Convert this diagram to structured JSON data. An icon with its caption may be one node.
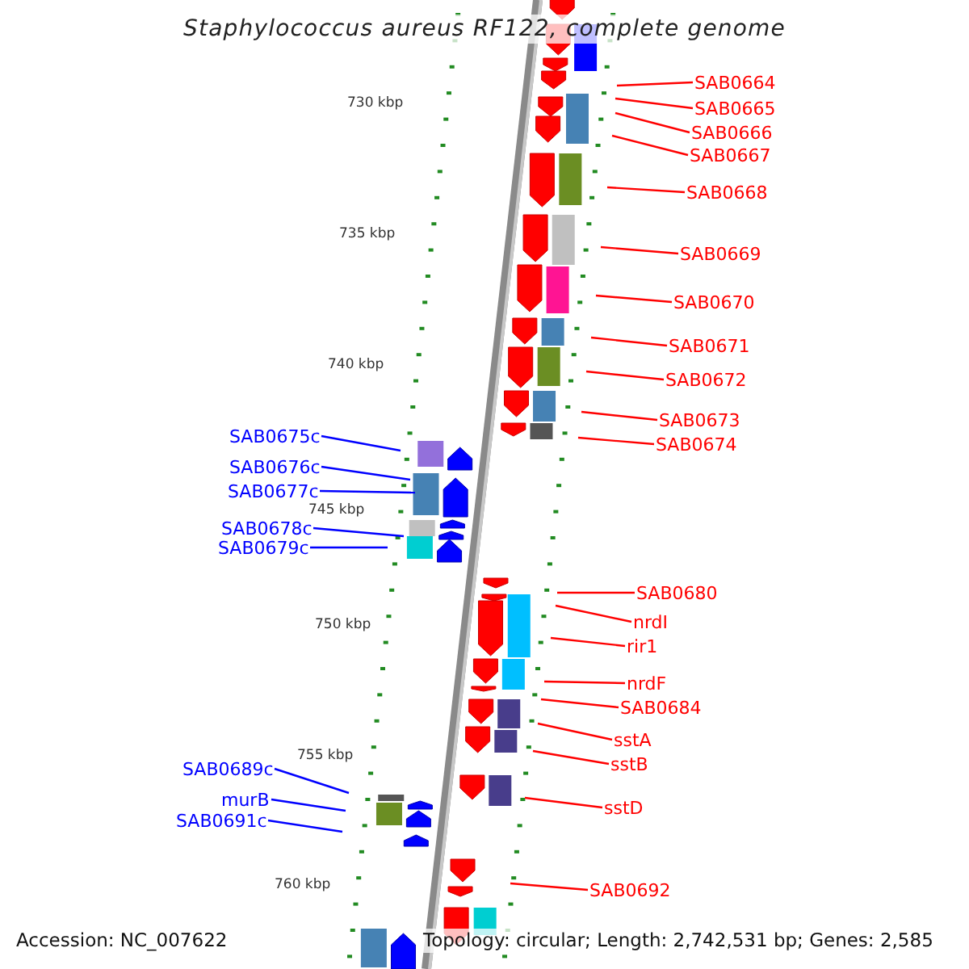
{
  "diagram": {
    "title": "Staphylococcus aureus RF122, complete genome",
    "nodes": [
      {
        "text": [
          "SAB0664"
        ]
      },
      {
        "text": [
          "SAB0665"
        ]
      },
      {
        "text": [
          "SAB0666"
        ]
      },
      {
        "text": [
          "SAB0667"
        ]
      },
      {
        "text": [
          "SAB0668"
        ]
      },
      {
        "text": [
          "SAB0669"
        ]
      },
      {
        "text": [
          "SAB0670"
        ]
      },
      {
        "text": [
          "SAB0671"
        ]
      },
      {
        "text": [
          "SAB0672"
        ]
      },
      {
        "text": [
          "SAB0673"
        ]
      },
      {
        "text": [
          "SAB0674"
        ]
      },
      {
        "text": [
          "SAB0675c"
        ]
      },
      {
        "text": [
          "SAB0676c"
        ]
      },
      {
        "text": [
          "SAB0677c"
        ]
      },
      {
        "text": [
          "SAB0678c"
        ]
      },
      {
        "text": [
          "SAB0679c"
        ]
      },
      {
        "text": [
          "SAB0680"
        ]
      },
      {
        "text": [
          "nrdI"
        ]
      },
      {
        "text": [
          "rir1"
        ]
      },
      {
        "text": [
          "nrdF"
        ]
      },
      {
        "text": [
          "SAB0684"
        ]
      },
      {
        "text": [
          "sstA"
        ]
      },
      {
        "text": [
          "sstB"
        ]
      },
      {
        "text": [
          "sstD"
        ]
      },
      {
        "text": [
          "SAB0689c"
        ]
      },
      {
        "text": [
          "murB"
        ]
      },
      {
        "text": [
          "SAB0691c"
        ]
      },
      {
        "text": [
          "SAB0692"
        ]
      }
    ],
    "edges": [
      {
        "from": 0,
        "to": null,
        "arrow": "none"
      },
      {
        "from": 1,
        "to": null,
        "arrow": "none"
      },
      {
        "from": 2,
        "to": null,
        "arrow": "none"
      },
      {
        "from": 3,
        "to": null,
        "arrow": "none"
      },
      {
        "from": 4,
        "to": null,
        "arrow": "none"
      },
      {
        "from": 5,
        "to": null,
        "arrow": "none"
      },
      {
        "from": 6,
        "to": null,
        "arrow": "none"
      },
      {
        "from": 7,
        "to": null,
        "arrow": "none"
      },
      {
        "from": 8,
        "to": null,
        "arrow": "none"
      },
      {
        "from": 9,
        "to": null,
        "arrow": "none"
      },
      {
        "from": 10,
        "to": null,
        "arrow": "none"
      },
      {
        "from": 11,
        "to": null,
        "arrow": "none",
        "color": "#0000ff"
      },
      {
        "from": 12,
        "to": null,
        "arrow": "none",
        "color": "#0000ff"
      },
      {
        "from": 13,
        "to": null,
        "arrow": "none",
        "color": "#0000ff"
      },
      {
        "from": 14,
        "to": null,
        "arrow": "none",
        "color": "#0000ff"
      },
      {
        "from": 15,
        "to": null,
        "arrow": "none",
        "color": "#0000ff"
      },
      {
        "from": 16,
        "to": null,
        "arrow": "none"
      },
      {
        "from": 17,
        "to": null,
        "arrow": "none"
      },
      {
        "from": 18,
        "to": null,
        "arrow": "none"
      },
      {
        "from": 19,
        "to": null,
        "arrow": "none"
      },
      {
        "from": 20,
        "to": null,
        "arrow": "none"
      },
      {
        "from": 21,
        "to": null,
        "arrow": "none"
      },
      {
        "from": 22,
        "to": null,
        "arrow": "none"
      },
      {
        "from": 23,
        "to": null,
        "arrow": "none"
      },
      {
        "from": 24,
        "to": null,
        "arrow": "none",
        "color": "#0000ff"
      },
      {
        "from": 25,
        "to": null,
        "arrow": "none",
        "color": "#0000ff"
      },
      {
        "from": 26,
        "to": null,
        "arrow": "none",
        "color": "#0000ff"
      },
      {
        "from": 27,
        "to": null,
        "arrow": "none"
      }
    ],
    "labels": [
      "730 kbp",
      "735 kbp",
      "740 kbp",
      "745 kbp",
      "750 kbp",
      "755 kbp",
      "760 kbp",
      "Accession: NC_007622",
      "Topology: circular; Length: 2,742,531 bp; Genes: 2,585"
    ]
  }
}
